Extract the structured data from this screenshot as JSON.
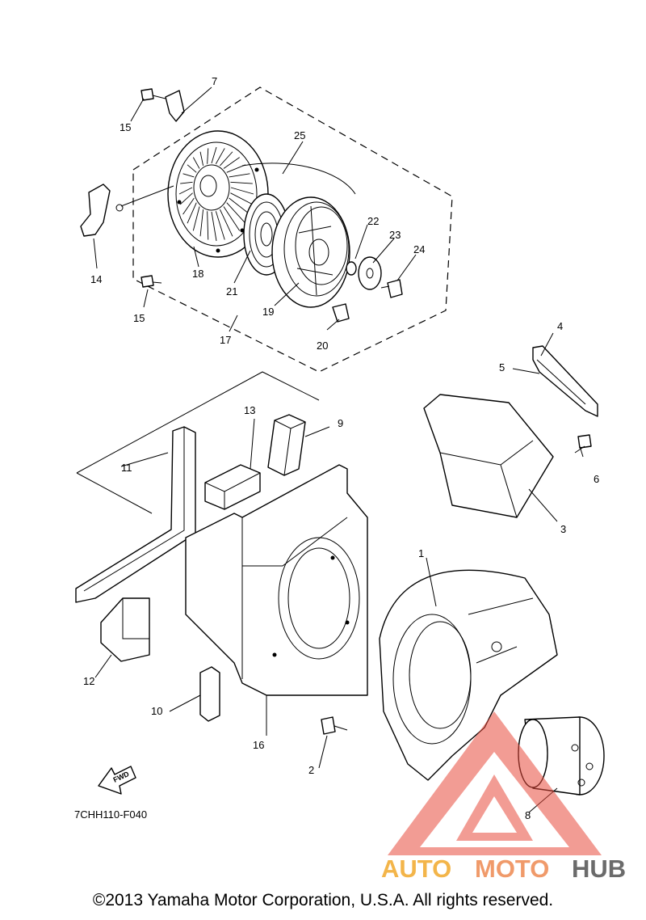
{
  "parts": {
    "p1": "1",
    "p2": "2",
    "p3": "3",
    "p4": "4",
    "p5": "5",
    "p6": "6",
    "p7": "7",
    "p8": "8",
    "p9": "9",
    "p10": "10",
    "p11": "11",
    "p12": "12",
    "p13": "13",
    "p14": "14",
    "p15a": "15",
    "p15b": "15",
    "p16": "16",
    "p17": "17",
    "p18": "18",
    "p19": "19",
    "p20": "20",
    "p21": "21",
    "p22": "22",
    "p23": "23",
    "p24": "24",
    "p25": "25"
  },
  "fwd_label": "FWD",
  "diagram_code": "7CHH110-F040",
  "watermark": {
    "auto": "AUTO",
    "moto": "MOTO",
    "hub": "HUB",
    "colors": {
      "triangle": "#e84a3c",
      "auto": "#f3b54a",
      "moto": "#f09a6a",
      "hub": "#6b6b6b"
    }
  },
  "copyright": "©2013 Yamaha Motor Corporation, U.S.A. All rights reserved."
}
